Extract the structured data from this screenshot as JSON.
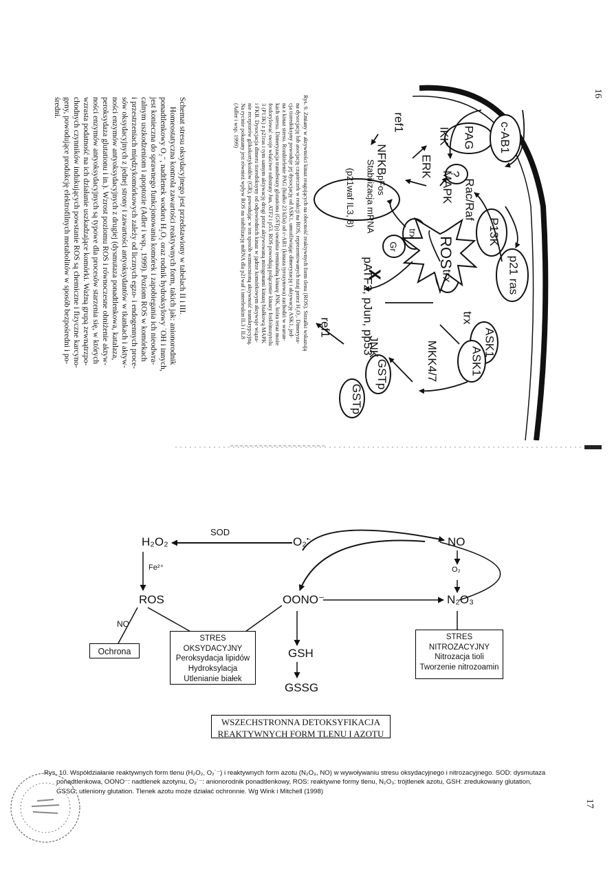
{
  "page_numbers": {
    "top": "16",
    "bottom": "17"
  },
  "figure9": {
    "nodes": {
      "pag": "PAG",
      "cab1": "c-AB1",
      "p13k": "P13K",
      "p21ras": "p21 ras",
      "racraf": "Rac/Raf",
      "trx1": "trx",
      "trx2": "trx",
      "trx3": "trx",
      "gr": "Gr",
      "question": "?",
      "ask1a": "ASK1",
      "ask1b": "ASK1",
      "mkk47": "MKK4/7",
      "jnk": "JNK",
      "gstp1": "GSTp",
      "gstp2": "GSTp",
      "ros": "ROS",
      "mapk": "MAPK",
      "erk": "ERK",
      "ikk": "IKK",
      "ref1a": "ref1",
      "nfkb": "NFKB",
      "pfos": "pFos",
      "stab1": "Stabilizacja mRNA",
      "stab2": "(p21waf IL3, 8)",
      "patf2": "pATF2, pJun, pp53",
      "ref1b": "ref1",
      "x_mark": "X"
    },
    "caption_lines": [
      "Rys. 9. Zmiany w aktywności kinaz reagujących na obecność reaktywnych form tlenu (ROS). Strzałki wskazują",
      "na dysocjację lub asocjację cząsteczek w reakcji na ROS, reprezentowanych tutaj przez H₂O₂. Dimeryza-",
      "cja tioredoksyny powoduje jej dysocjację od ASK1, umożliwiając dimeryzację i aktywację ASK1, jed-",
      "na z kinaz stresu. Rozdzielenie PAG (białko 23 kDa) od c-AB1 (kinaza tyrozynowa) zachodzi w warun-",
      "kach stresu. Dimeryzacja transferazy glutationu (GSTp) uwalnia terminalną kinazę JNK, która teraz może",
      "fosforylować swoje właściwe substraty Jun, ATF2 i p53. ROS powodują połączenie kinazy fosfoinozytolu",
      "3 (P13K) z p21ras i tym samym aktywację drogi przez aktywowaną mitogenami kinazę białkową MAPK",
      "i FKB. Dysocjacja dimeru tioredoksyny od odpowiednich kinaz w jądrze komórkowym aktywuje wiąza-",
      "nie receptorów glikokortykoidów (GR), powodując w ten sposób wzmocnioną aktywność transkrypcyjną.",
      "Na rycinie pokazany jest również wpływ ROS na stabilizację mRNA dla p21waf i interleukin IL3 i IL8",
      "(Adler i wsp. 1999)"
    ],
    "paragraph_lines": [
      "Schemat stresu oksydacyjnego jest przedstawiony w tabelach II i III.",
      "Homeostatyczna kontrola zawartości reaktywnych form, takich jak: anionorodnik",
      "ponadtlenkowy O₂⁻, nadtlenek wodoru H₂O₂ oraz rodnik hydroksylowy ˙OH i innych,",
      "jest konieczna do sprawnego funkcjonowania komórek i zapobiegania ich nieodwra-",
      "calnym uszkodzeniom i apoptozie (Adler i wsp., 1999). Poziom ROS w komórkach",
      "i przestrzeniach międzykomórkowych zależy od licznych egzo- i endogennych proce-",
      "sów oksydacyjnych z jednej strony i zawartości antyoksydantów w tkankach i aktyw-",
      "ności enzymów antyoksydacyjnych z drugiej (dysmutaza ponadtlenkowa, katalaza,",
      "peroksydaza glutationu i in.). Wzrost poziomu ROS i równoczesne obniżenie aktyw-",
      "ności enzymów antyoksydacyjnych są typowe dla procesów starzenia się, w których",
      "wzrasta podatność na ich działanie uszkadzające komórki. Ważną grupą zewnątrzpo-",
      "chodnych czynników indukujących powstanie ROS są chemiczne i fizyczne karcyno-",
      "geny, powodujące produkcję elektrofilnych metabolitów w sposób bezpośredni i po-",
      "średni."
    ]
  },
  "figure10": {
    "nodes": {
      "h2o2": "H₂O₂",
      "sod": "SOD",
      "o2": "O₂",
      "o2_sup": "•-",
      "no": "NO",
      "o2small": "O₂",
      "fe": "Fe²⁺",
      "ros": "ROS",
      "oono": "OONO⁻",
      "n2o3": "N₂O₃",
      "no_small": "NO",
      "gsh": "GSH",
      "gssg": "GSSG"
    },
    "box_ochrona": "Ochrona",
    "box_stres_oks": [
      "STRES",
      "OKSYDACYJNY",
      "Peroksydacja lipidów",
      "Hydroksylacja",
      "Utlenianie białek"
    ],
    "box_stres_nitro": [
      "STRES",
      "NITROZACYJNY",
      "Nitrozacja tioli",
      "Tworzenie nitrozoamin"
    ],
    "title_lines": [
      "WSZECHSTRONNA DETOKSYFIKACJA",
      "REAKTYWNYCH FORM TLENU I AZOTU"
    ],
    "caption_lines": [
      "Rys. 10. Współdziałanie reaktywnych form tlenu (H₂O₂, O₂˙⁻) i reaktywnych form azotu (N₂O₃, NO) w wywoływaniu stresu oksydacyjnego i nitrozacyjnego. SOD: dysmutaza",
      "ponadtlenkowa, OONO⁻: nadtlenek azotynu, O₂˙⁻: anionorodnik ponadtlenkowy, ROS: reaktywne formy tlenu, N₂O₃: trójtlenek azotu, GSH: zredukowany glutation,",
      "GSSG: utleniony glutation. Tlenek azotu może działać ochronnie. Wg Wink i Mitchell (1998)"
    ]
  }
}
